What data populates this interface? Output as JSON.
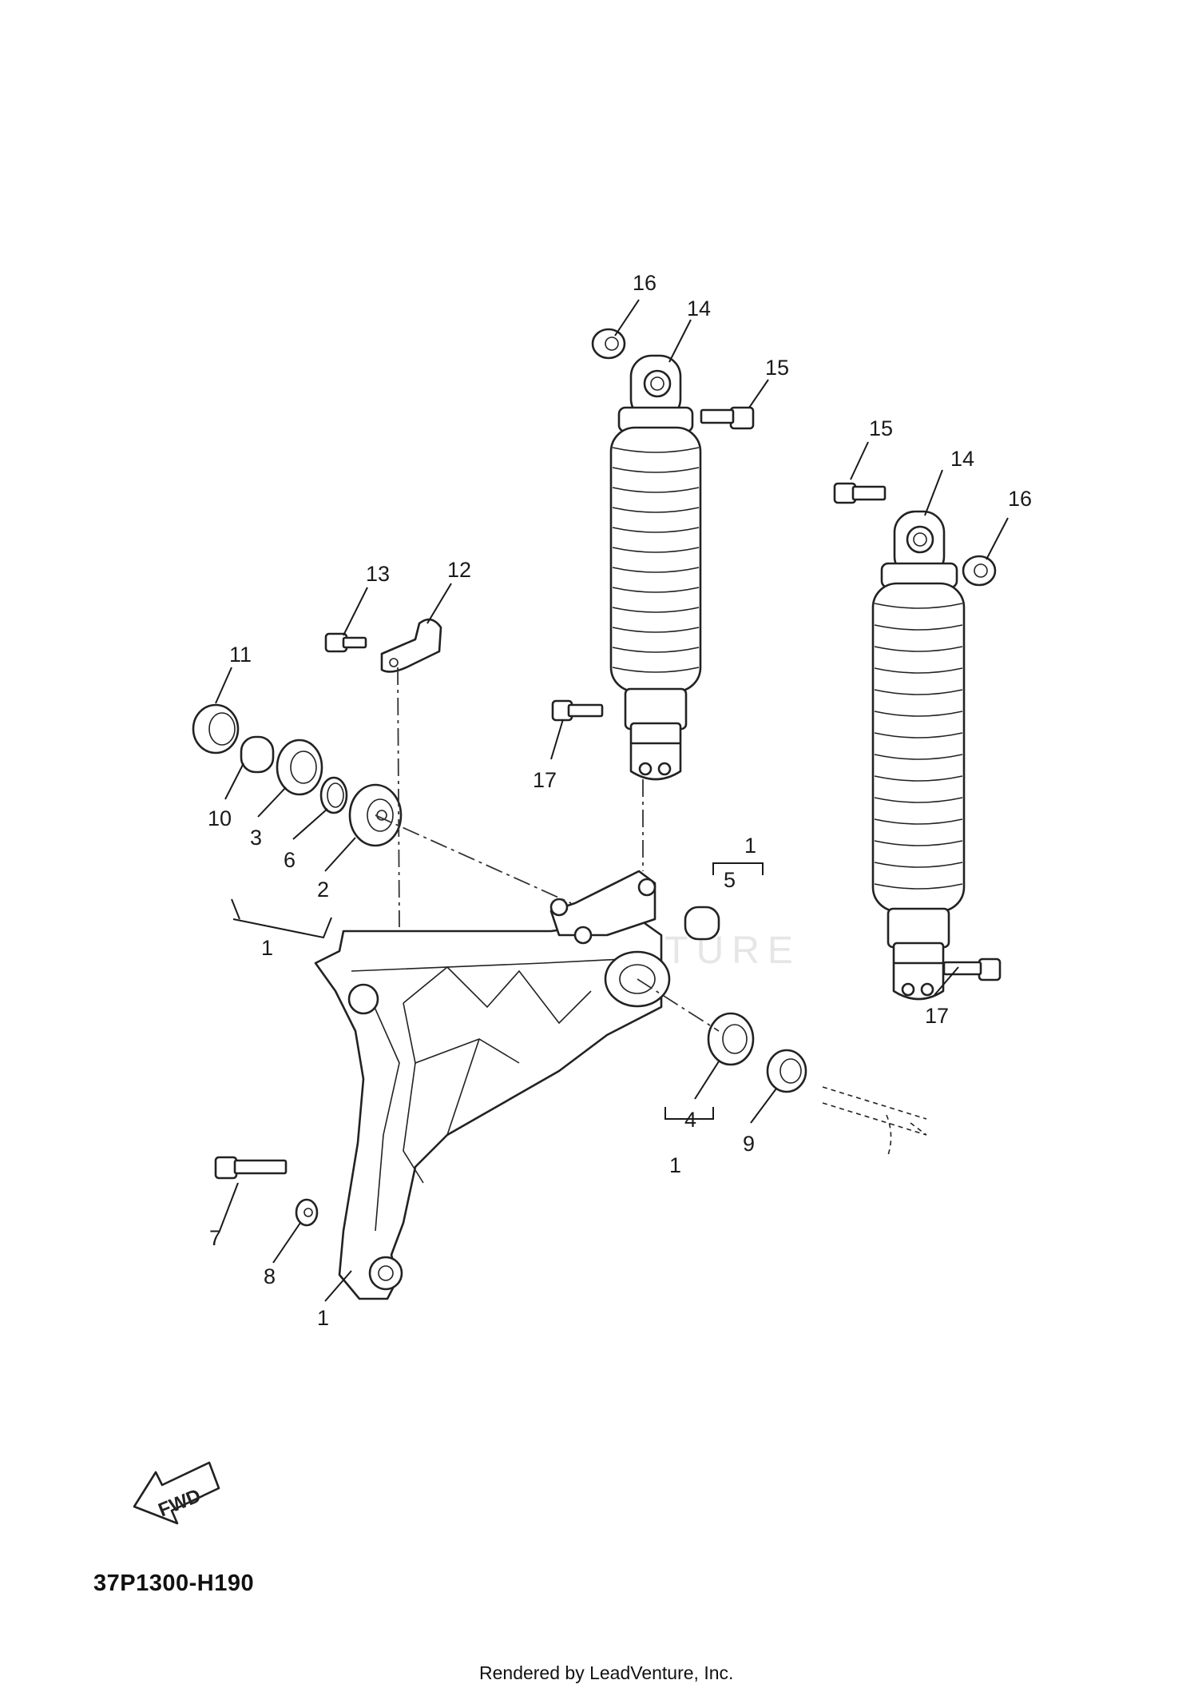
{
  "diagram": {
    "code": "37P1300-H190",
    "credit": "Rendered by LeadVenture, Inc.",
    "fwd_label": "FWD",
    "watermark": "PARTVENTURE",
    "callouts": {
      "c16a": "16",
      "c14a": "14",
      "c15a": "15",
      "c15b": "15",
      "c14b": "14",
      "c16b": "16",
      "c13": "13",
      "c12": "12",
      "c11": "11",
      "c10": "10",
      "c3": "3",
      "c6": "6",
      "c2": "2",
      "c1a": "1",
      "c17a": "17",
      "c1b": "1",
      "c5": "5",
      "c17b": "17",
      "c4": "4",
      "c1c": "1",
      "c9": "9",
      "c7": "7",
      "c8": "8",
      "c1d": "1"
    }
  }
}
